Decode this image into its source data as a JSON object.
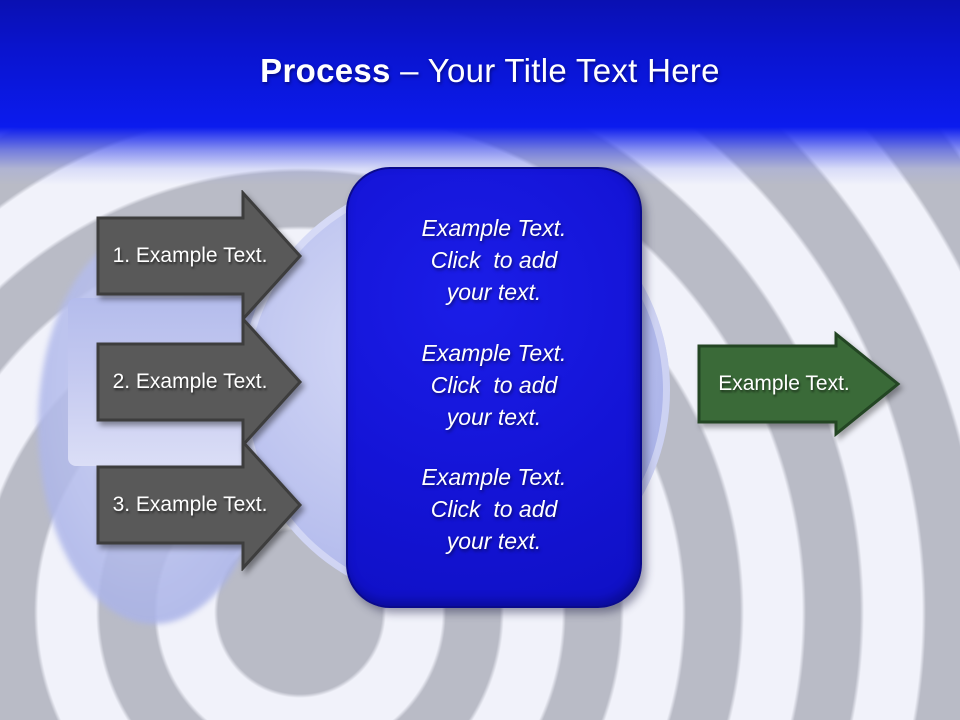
{
  "slide": {
    "title": {
      "bold": "Process",
      "rest": " – Your Title Text Here"
    },
    "left_arrows": [
      {
        "label": "1. Example Text."
      },
      {
        "label": "2. Example Text."
      },
      {
        "label": "3. Example Text."
      }
    ],
    "center_box": {
      "paragraphs": [
        "Example Text.\nClick  to add\nyour text.",
        "Example Text.\nClick  to add\nyour text.",
        "Example Text.\nClick  to add\nyour text."
      ]
    },
    "right_arrow": {
      "label": "Example Text."
    },
    "colors": {
      "header_blue_top": "#0a10b2",
      "header_blue_bottom": "#0b1bee",
      "panel_blue": "#1414d6",
      "panel_border": "#0a0a8c",
      "step_arrow_gray": "#595959",
      "step_arrow_border": "#3d3d3d",
      "output_arrow_green": "#3a6a38",
      "output_arrow_border": "#234523",
      "background_light": "#f1f2fa",
      "ring_gray": "#b9bbc6",
      "periwinkle": "#b4bcec",
      "text_white": "#ffffff"
    }
  }
}
